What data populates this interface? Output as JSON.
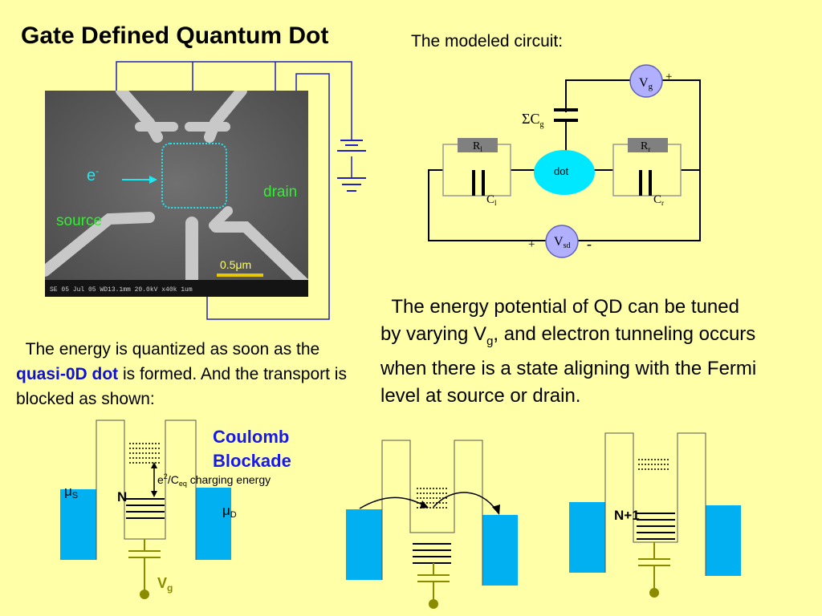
{
  "title": "Gate Defined Quantum Dot",
  "circuit_label": "The modeled circuit:",
  "sem": {
    "electron_label": "e",
    "electron_sup": "-",
    "drain_label": "drain",
    "source_label": "source",
    "scale_bar": "0.5μm",
    "footer_text": "SE   05 Jul 05        WD13.1mm 20.0kV x40k     1um"
  },
  "circuit": {
    "vg_label": "V",
    "vg_sub": "g",
    "vg_plus": "+",
    "cg_sigma": "Σ",
    "cg_label": "C",
    "cg_sub": "g",
    "rl_label": "R",
    "rl_sub": "l",
    "rr_label": "R",
    "rr_sub": "r",
    "dot_label": "dot",
    "cl_label": "C",
    "cl_sub": "l",
    "cr_label": "C",
    "cr_sub": "r",
    "vsd_label": "V",
    "vsd_sub": "sd",
    "vsd_plus": "+",
    "vsd_minus": "-"
  },
  "para_right": {
    "part1": "The energy potential of QD can be tuned by varying V",
    "sub": "g",
    "part2": ", and electron tunneling occurs when there is a state aligning with the Fermi level at source or drain."
  },
  "para_left": {
    "part1": "The energy is quantized as soon as the ",
    "highlight": "quasi-0D dot",
    "part2": " is formed. And the transport is blocked as shown:"
  },
  "coulomb": {
    "line1": "Coulomb",
    "line2": "Blockade"
  },
  "diagram_left": {
    "mu_s": "μ",
    "mu_s_sub": "S",
    "mu_d": "μ",
    "mu_d_sub": "D",
    "n_label": "N",
    "charging_prefix": "e",
    "charging_sup": "2",
    "charging_mid": "/C",
    "charging_sub": "eq",
    "charging_suffix": " charging energy",
    "vg_label": "V",
    "vg_sub": "g"
  },
  "diagram_right": {
    "n1_label": "N+1"
  },
  "colors": {
    "background": "#ffffa8",
    "wire_blue": "#2020c0",
    "cyan": "#00b0f0",
    "gate_olive": "#8b8b00",
    "dot_cyan": "#00e8ff",
    "node": "#b0b0ff"
  }
}
